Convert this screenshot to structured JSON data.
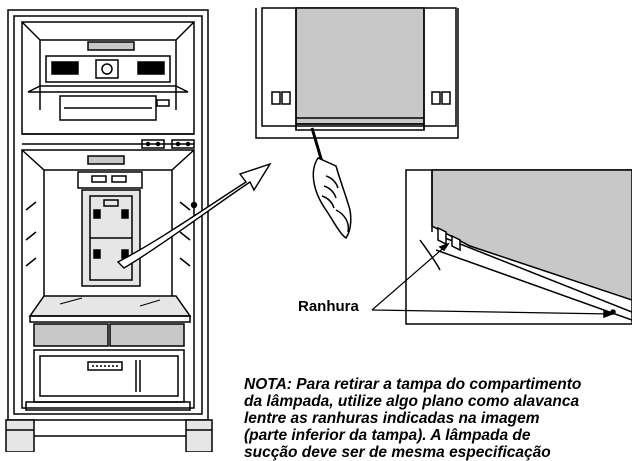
{
  "callout": {
    "label": "Ranhura"
  },
  "note": {
    "lines": [
      "NOTA: Para retirar a tampa do compartimento",
      "da lâmpada, utilize algo plano como alavanca",
      "lentre as ranhuras indicadas na imagem",
      "(parte inferior da tampa). A lâmpada de",
      "sucção deve ser de mesma especificação"
    ]
  },
  "colors": {
    "ink": "#000000",
    "panel_gray": "#c8c8c8",
    "light_gray": "#e6e6e6",
    "background": "#ffffff"
  }
}
